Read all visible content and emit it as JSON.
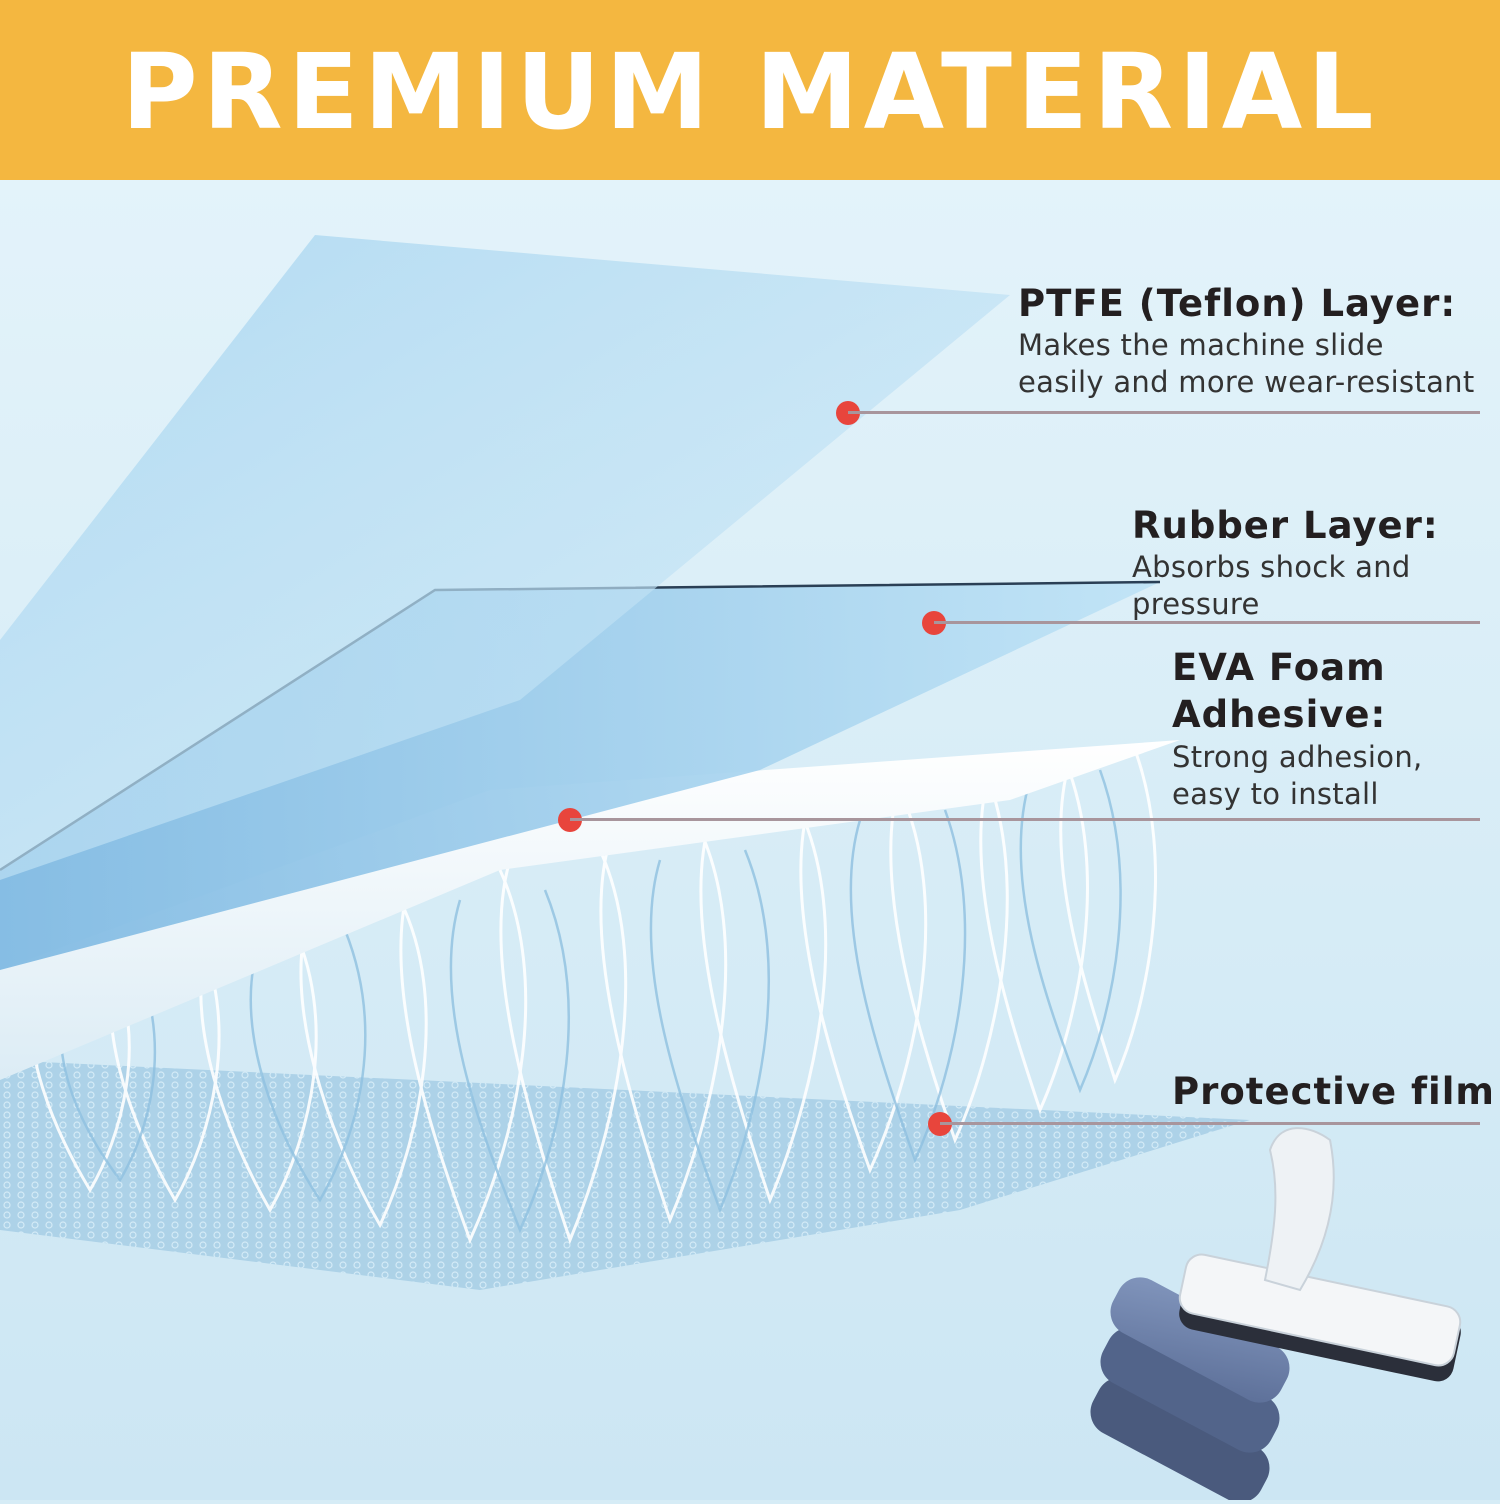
{
  "banner": {
    "title": "PREMIUM MATERIAL"
  },
  "layers": [
    {
      "title": "PTFE (Teflon) Layer:",
      "desc_lines": [
        "Makes the machine slide",
        "easily and more wear-resistant"
      ]
    },
    {
      "title": "Rubber Layer:",
      "desc_lines": [
        "Absorbs shock and",
        "pressure"
      ]
    },
    {
      "title_lines": [
        "EVA Foam",
        "Adhesive:"
      ],
      "desc_lines": [
        "Strong adhesion,",
        "easy to install"
      ]
    },
    {
      "title": "Protective film"
    }
  ],
  "colors": {
    "banner": "#f4b740",
    "background": "#d6ecf6",
    "marker": "#e8453c",
    "leader": "#a8959c",
    "pad": "#6f82a8"
  }
}
